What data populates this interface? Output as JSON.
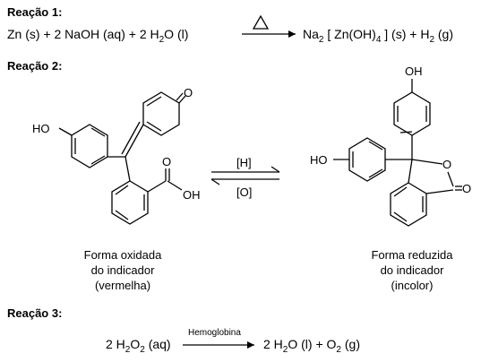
{
  "reaction1": {
    "heading": "Reação 1:",
    "reactants": "Zn (s)  +  2 NaOH (aq)  +  2 H",
    "water_sub": "2",
    "water_state": "O (l)",
    "product1_main": "Na",
    "product1_sub": "2",
    "product1_mid": " [ Zn(OH)",
    "product1_sub2": "4",
    "product1_end": " ] (s)  +  H",
    "product2_sub": "2",
    "product2_end": " (g)"
  },
  "reaction2": {
    "heading": "Reação 2:",
    "forward_label": "[H]",
    "reverse_label": "[O]",
    "left": {
      "caption_line1": "Forma oxidada",
      "caption_line2": "do indicador",
      "caption_line3": "(vermelha)",
      "atom_ho": "HO",
      "atom_o": "O",
      "atom_oh": "OH",
      "atom_o2": "O"
    },
    "right": {
      "caption_line1": "Forma reduzida",
      "caption_line2": "do indicador",
      "caption_line3": "(incolor)",
      "atom_oh_top": "OH",
      "atom_ho": "HO",
      "atom_o_ring": "O",
      "atom_o_carbonyl": "O"
    }
  },
  "reaction3": {
    "heading": "Reação 3:",
    "reactant_main": "2 H",
    "reactant_sub1": "2",
    "reactant_o": "O",
    "reactant_sub2": "2",
    "reactant_state": " (aq)",
    "catalyst": "Hemoglobina",
    "product_a": "2 H",
    "product_a_sub": "2",
    "product_a_end": "O (l)  +  O",
    "product_b_sub": "2",
    "product_b_end": " (g)"
  }
}
